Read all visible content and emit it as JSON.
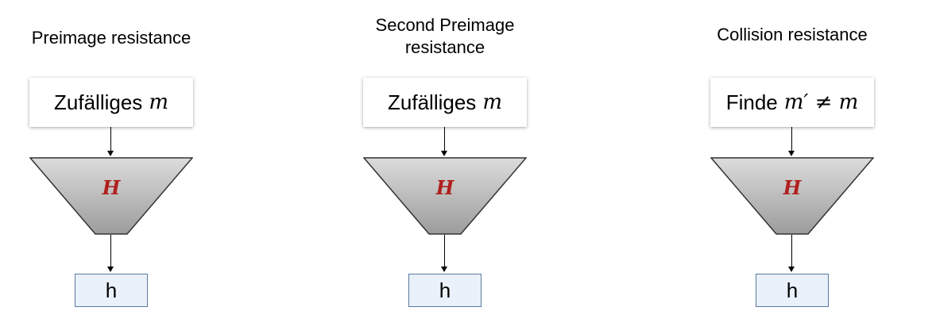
{
  "columns": [
    {
      "title_lines": [
        "Preimage resistance"
      ],
      "input_text": "Zufälliges",
      "input_math": "m",
      "hash_label": "H",
      "output_label": "h"
    },
    {
      "title_lines": [
        "Second Preimage",
        "resistance"
      ],
      "input_text": "Zufälliges",
      "input_math": "m",
      "hash_label": "H",
      "output_label": "h"
    },
    {
      "title_lines": [
        "Collision resistance"
      ],
      "input_text": "Finde",
      "input_math": "m′ ≠ m",
      "hash_label": "H",
      "output_label": "h"
    }
  ],
  "colors": {
    "hash_label": "#b0201e",
    "funnel_fill_top": "#d9d9d9",
    "funnel_fill_bottom": "#9a9a9a",
    "output_fill": "#eaf1fa",
    "output_border": "#5a7a9e"
  }
}
